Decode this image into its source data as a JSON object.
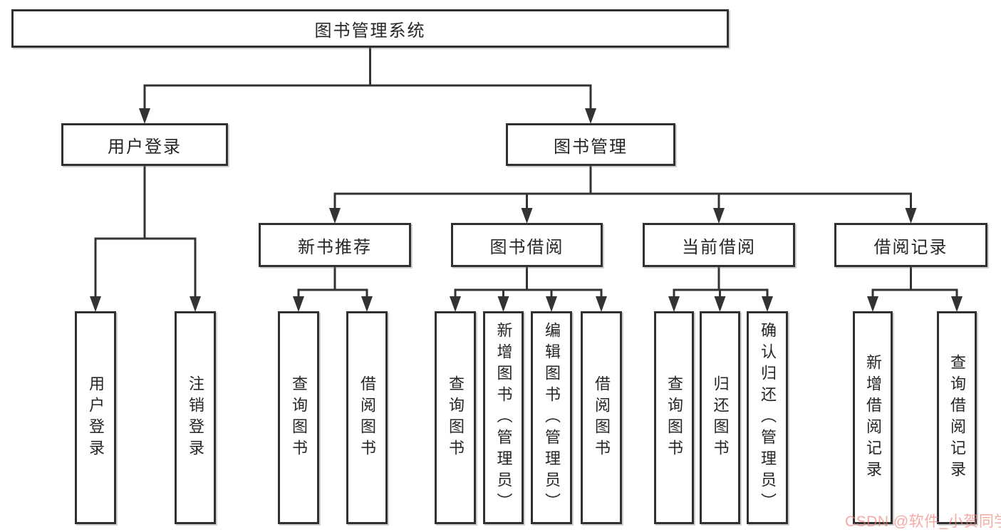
{
  "diagram": {
    "title": "图书管理系统",
    "nodes": [
      {
        "id": "root",
        "name": "book-management-system",
        "label": "图书管理系统",
        "parent": null,
        "vertical": false
      },
      {
        "id": "lg",
        "name": "user-login-branch",
        "label": "用户登录",
        "parent": "root",
        "vertical": false
      },
      {
        "id": "bm",
        "name": "book-management",
        "label": "图书管理",
        "parent": "root",
        "vertical": false
      },
      {
        "id": "nb",
        "name": "new-book-recommend",
        "label": "新书推荐",
        "parent": "bm",
        "vertical": false
      },
      {
        "id": "bb",
        "name": "book-borrowing",
        "label": "图书借阅",
        "parent": "bm",
        "vertical": false
      },
      {
        "id": "cb",
        "name": "current-borrowing",
        "label": "当前借阅",
        "parent": "bm",
        "vertical": false
      },
      {
        "id": "br",
        "name": "borrowing-records",
        "label": "借阅记录",
        "parent": "bm",
        "vertical": false
      },
      {
        "id": "login",
        "name": "user-login",
        "label": "用户登录",
        "parent": "lg",
        "vertical": true
      },
      {
        "id": "logout",
        "name": "logout-login",
        "label": "注销登录",
        "parent": "lg",
        "vertical": true
      },
      {
        "id": "nb1",
        "name": "nb-query-books",
        "label": "查询图书",
        "parent": "nb",
        "vertical": true
      },
      {
        "id": "nb2",
        "name": "nb-borrow-books",
        "label": "借阅图书",
        "parent": "nb",
        "vertical": true
      },
      {
        "id": "bb1",
        "name": "bb-query-books",
        "label": "查询图书",
        "parent": "bb",
        "vertical": true
      },
      {
        "id": "bb2",
        "name": "bb-add-books-admin",
        "label": "新增图书（管理员）",
        "parent": "bb",
        "vertical": true
      },
      {
        "id": "bb3",
        "name": "bb-edit-books-admin",
        "label": "编辑图书（管理员）",
        "parent": "bb",
        "vertical": true
      },
      {
        "id": "bb4",
        "name": "bb-borrow-books",
        "label": "借阅图书",
        "parent": "bb",
        "vertical": true
      },
      {
        "id": "cb1",
        "name": "cb-query-books",
        "label": "查询图书",
        "parent": "cb",
        "vertical": true
      },
      {
        "id": "cb2",
        "name": "cb-return-books",
        "label": "归还图书",
        "parent": "cb",
        "vertical": true
      },
      {
        "id": "cb3",
        "name": "cb-confirm-return-admin",
        "label": "确认归还（管理员）",
        "parent": "cb",
        "vertical": true
      },
      {
        "id": "br1",
        "name": "br-add-borrow-record",
        "label": "新增借阅记录",
        "parent": "br",
        "vertical": true
      },
      {
        "id": "br2",
        "name": "br-query-borrow-record",
        "label": "查询借阅记录",
        "parent": "br",
        "vertical": true
      }
    ]
  },
  "theme": {
    "line_color": "#333333",
    "border_color": "#303030",
    "text_color": "#262626",
    "background": "#ffffff"
  },
  "watermark": {
    "text": "CSDN @软件_小贺同学",
    "color": "rgba(240,125,115,0.65)"
  }
}
